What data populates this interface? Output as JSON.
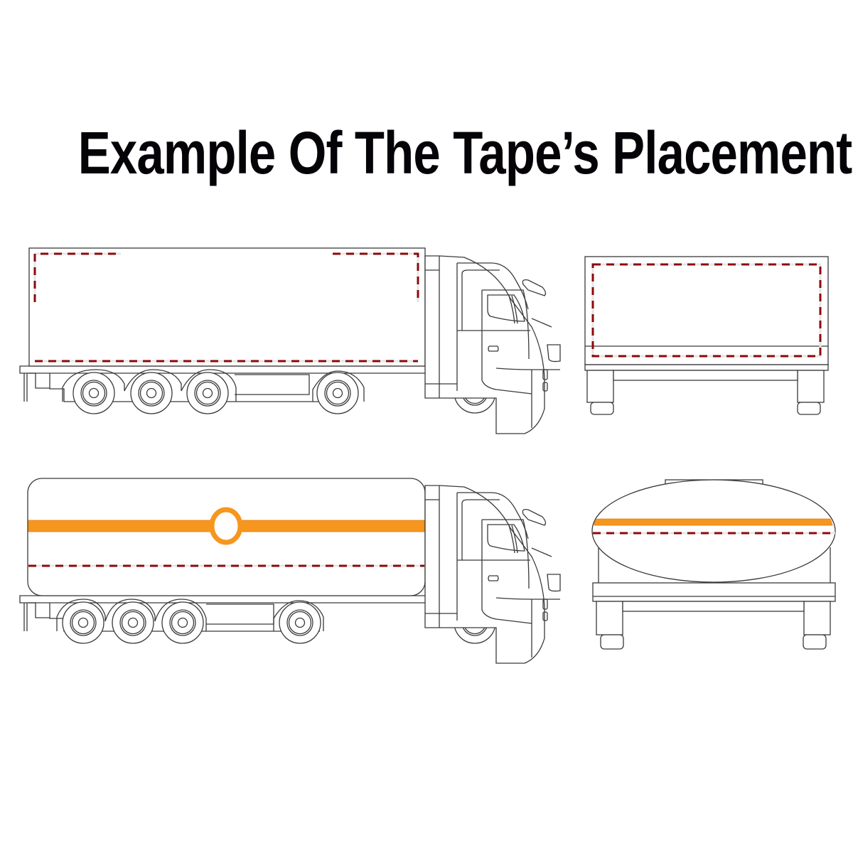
{
  "title": "Example Of The Tape’s Placement",
  "colors": {
    "background": "#ffffff",
    "title_text": "#050308",
    "outline": "#3a3a3a",
    "reflective_tape_red_white": "#8b0a0a",
    "reflective_tape_red_white_gap": "#e6e6ea",
    "orange_band": "#f7961e",
    "orange_band_edge": "#d9780a"
  },
  "diagrams": [
    {
      "id": "box-truck-side",
      "view": "side",
      "vehicle": "box semi-trailer truck",
      "tape": "red-white contour marking: partial top corners, vertical sides, full bottom line"
    },
    {
      "id": "box-truck-rear",
      "view": "rear",
      "vehicle": "box semi-trailer truck",
      "tape": "red-white full rectangular contour marking"
    },
    {
      "id": "tanker-side",
      "view": "side",
      "vehicle": "tanker semi-trailer truck",
      "tape": "orange band with circle marker; red-white line along lower tank"
    },
    {
      "id": "tanker-rear",
      "view": "rear",
      "vehicle": "tanker semi-trailer truck",
      "tape": "orange band and red-white line across tank"
    }
  ]
}
